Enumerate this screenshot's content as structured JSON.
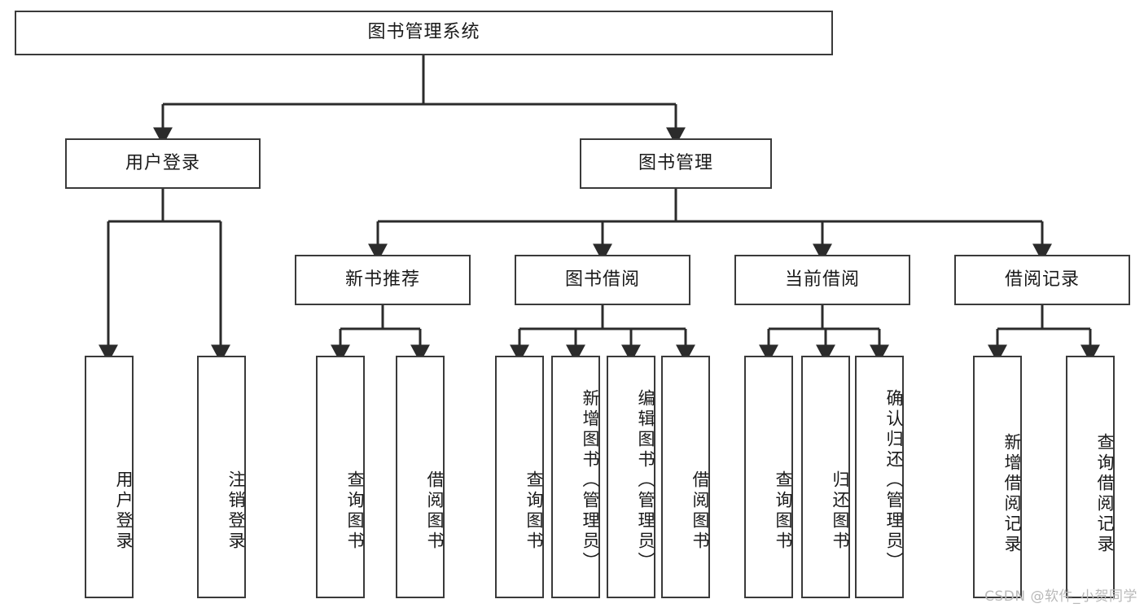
{
  "diagram": {
    "title": "图书管理系统",
    "watermark": "CSDN @软件_小贺同学",
    "style": {
      "box_border_color": "#3a3a3a",
      "box_fill": "#ffffff",
      "edge_color": "#2b2b2b",
      "text_color": "#1a1a1a",
      "watermark_color": "#b9b9b9",
      "background": "#ffffff"
    },
    "root": {
      "label": "图书管理系统"
    },
    "level2": [
      {
        "label": "用户登录"
      },
      {
        "label": "图书管理"
      }
    ],
    "level3": [
      {
        "label": "新书推荐"
      },
      {
        "label": "图书借阅"
      },
      {
        "label": "当前借阅"
      },
      {
        "label": "借阅记录"
      }
    ],
    "leaves": {
      "user_login": [
        {
          "label": "用户登录"
        },
        {
          "label": "注销登录"
        }
      ],
      "new_book": [
        {
          "label": "查询图书"
        },
        {
          "label": "借阅图书"
        }
      ],
      "book_borrow": [
        {
          "label": "查询图书"
        },
        {
          "label": "新增图书（管理员）"
        },
        {
          "label": "编辑图书（管理员）"
        },
        {
          "label": "借阅图书"
        }
      ],
      "current_borrow": [
        {
          "label": "查询图书"
        },
        {
          "label": "归还图书"
        },
        {
          "label": "确认归还（管理员）"
        }
      ],
      "borrow_record": [
        {
          "label": "新增借阅记录"
        },
        {
          "label": "查询借阅记录"
        }
      ]
    }
  }
}
